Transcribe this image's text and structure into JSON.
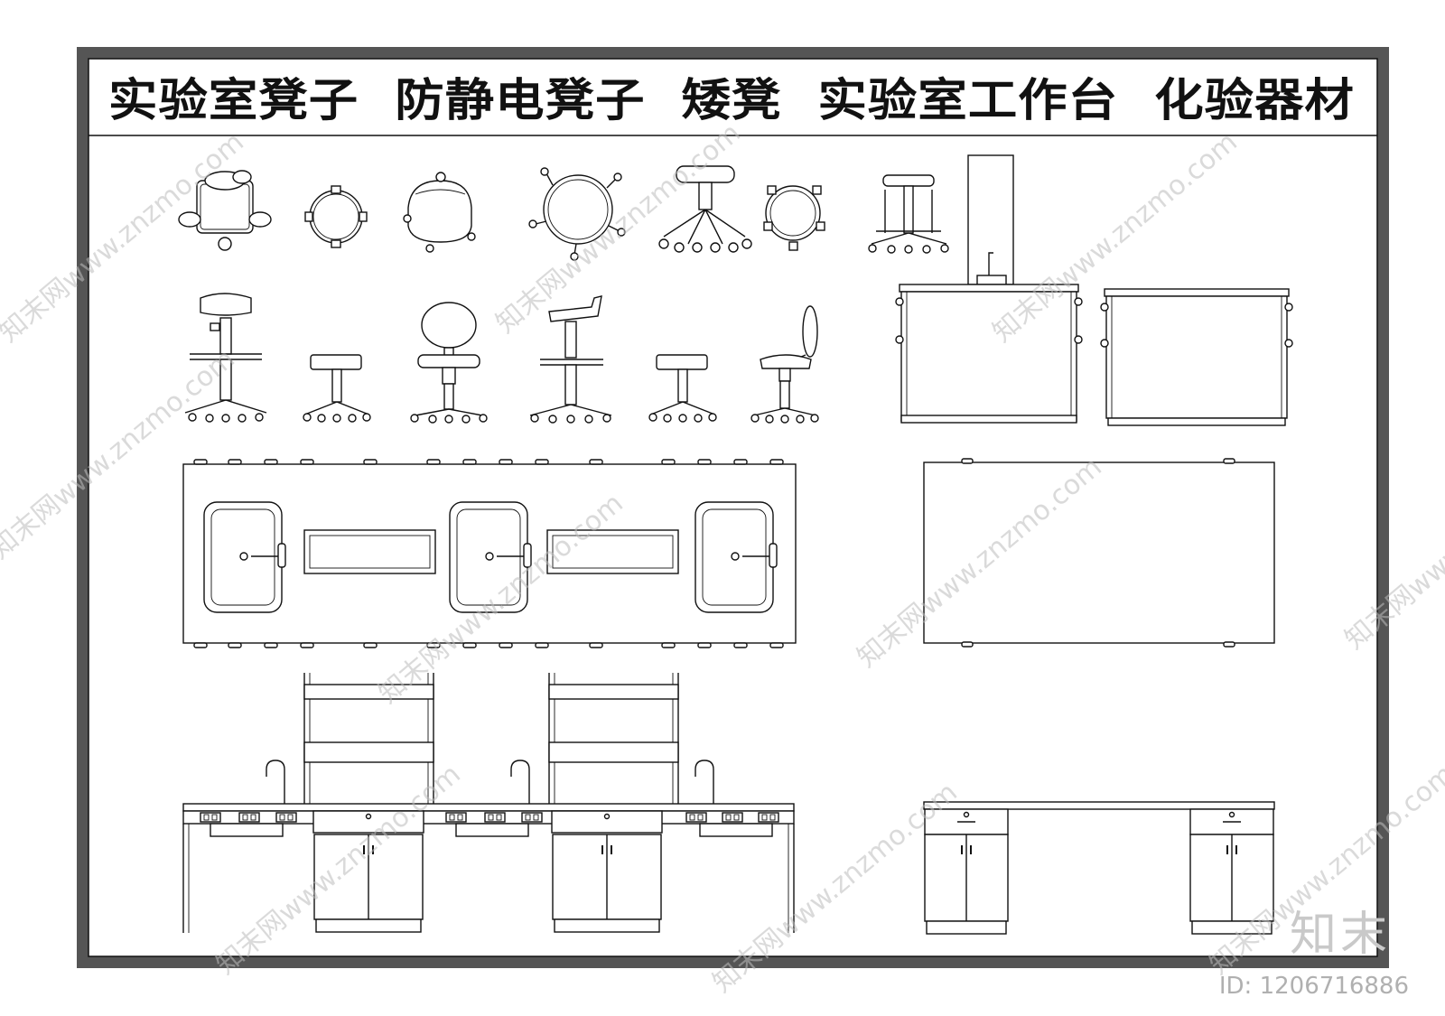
{
  "title": "实验室凳子  防静电凳子  矮凳  实验室工作台  化验器材",
  "watermark": "知末网www.znzmo.com",
  "brand": "知末",
  "id_label": "ID: 1206716886",
  "colors": {
    "frame": "#555555",
    "line": "#111111",
    "watermark": "#bdbdbd"
  }
}
